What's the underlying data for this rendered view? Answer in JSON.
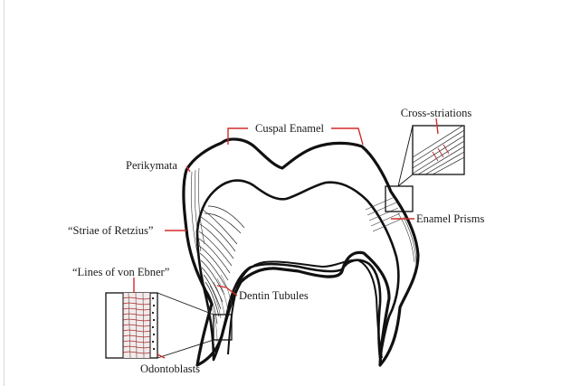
{
  "diagram": {
    "labels": {
      "cuspal_enamel": "Cuspal Enamel",
      "cross_striations": "Cross-striations",
      "perikymata": "Perikymata",
      "striae_of_retzius": "“Striae of Retzius”",
      "enamel_prisms": "Enamel Prisms",
      "lines_of_von_ebner": "“Lines of von Ebner”",
      "dentin_tubules": "Dentin Tubules",
      "odontoblasts": "Odontoblasts"
    },
    "colors": {
      "leader_line": "#d42a2a",
      "outline": "#111111",
      "label_text": "#1a1a1a"
    }
  }
}
